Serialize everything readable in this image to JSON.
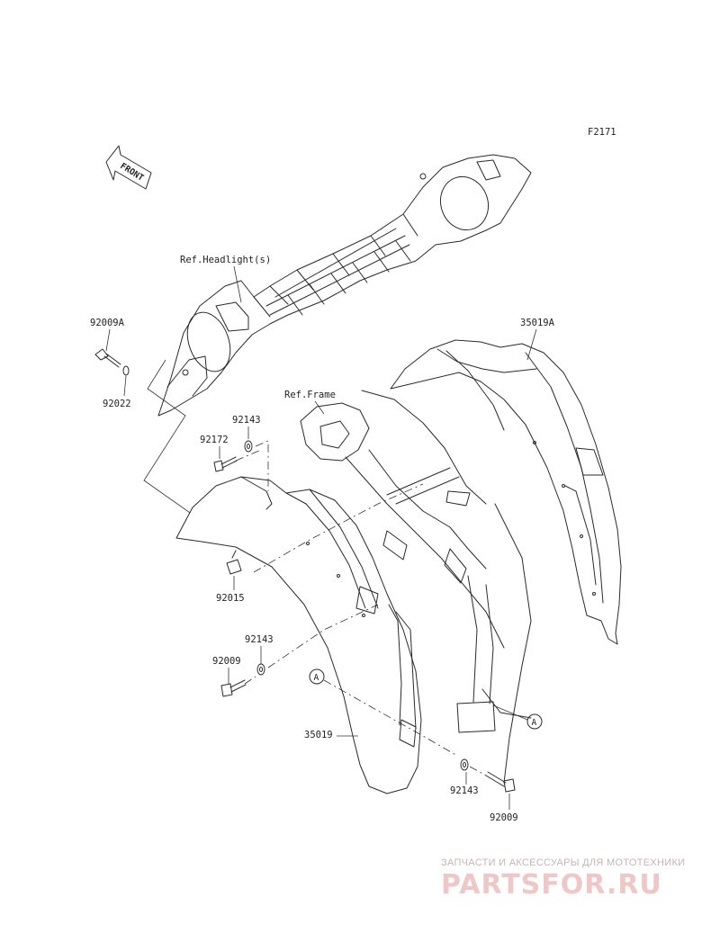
{
  "figure_code": "F2171",
  "front_arrow_text": "FRONT",
  "references": {
    "headlight": "Ref.Headlight(s)",
    "frame": "Ref.Frame"
  },
  "parts": {
    "p92009A": "92009A",
    "p92022": "92022",
    "p92143_top": "92143",
    "p92172": "92172",
    "p92015": "92015",
    "p35019A": "35019A",
    "p92143_mid": "92143",
    "p92009_left": "92009",
    "p35019": "35019",
    "p92143_bottom": "92143",
    "p92009_bottom": "92009"
  },
  "markers": {
    "a_left": "A",
    "a_right": "A"
  },
  "watermark": {
    "tagline": "ЗАПЧАСТИ И АКСЕССУАРЫ ДЛЯ МОТОТЕХНИКИ",
    "brand": "PARTSFOR.RU"
  }
}
